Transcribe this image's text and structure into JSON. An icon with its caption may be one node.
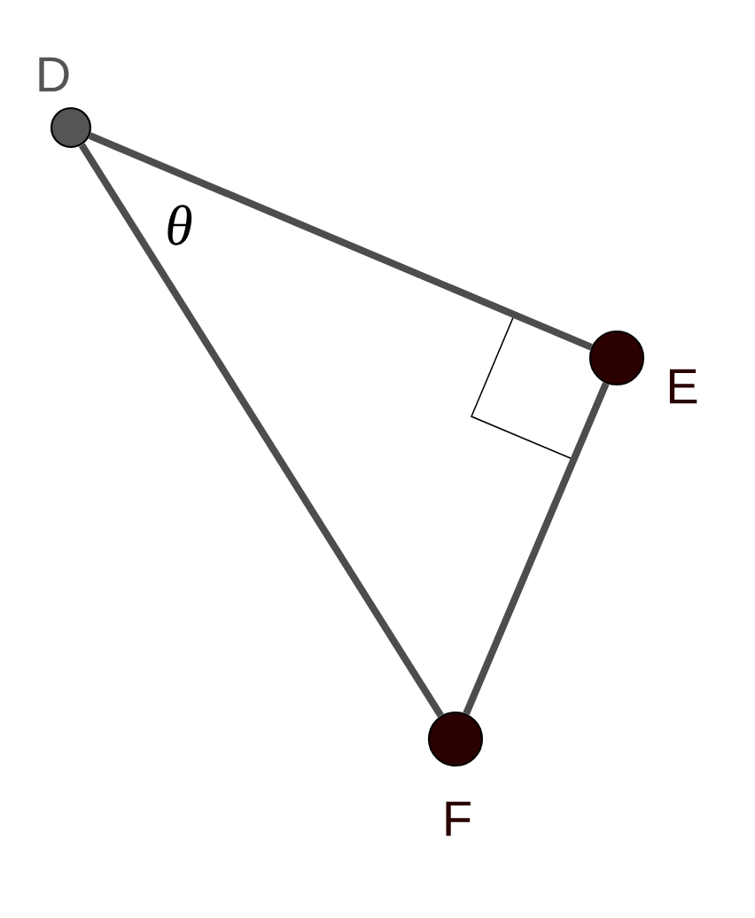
{
  "diagram": {
    "nodes": [
      {
        "text": [],
        "shape": "circle",
        "beside": [
          "D"
        ]
      },
      {
        "text": [],
        "shape": "circle",
        "beside": [
          "E"
        ]
      },
      {
        "text": [],
        "shape": "circle",
        "beside": [
          "F"
        ]
      }
    ],
    "edges": [
      {
        "from": 0,
        "to": 1,
        "arrow": "none"
      },
      {
        "from": 1,
        "to": 2,
        "arrow": "none"
      },
      {
        "from": 2,
        "to": 0,
        "arrow": "none"
      }
    ],
    "labels": [
      "θ"
    ]
  }
}
